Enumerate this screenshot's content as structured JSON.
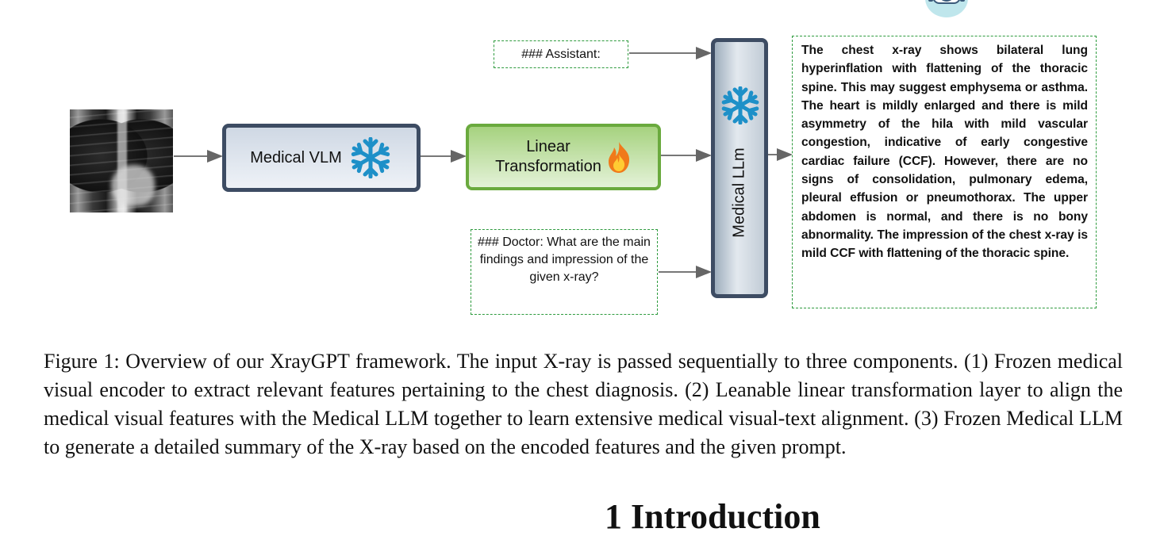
{
  "diagram": {
    "medical_vlm_label": "Medical VLM",
    "linear_transformation_label": "Linear\nTransformation",
    "medical_llm_label": "Medical LLm",
    "assistant_prompt": "### Assistant:",
    "doctor_prompt": "### Doctor: What are the main findings and impression of the given x-ray?",
    "response_text": "The chest x-ray shows bilateral lung hyperinflation with flattening of the thoracic spine. This may suggest emphysema or asthma. The heart is mildly enlarged and there is mild asymmetry of the hila with mild vascular congestion, indicative of early congestive cardiac failure (CCF). However, there are no signs of consolidation, pulmonary edema, pleural effusion or pneumothorax. The upper abdomen is normal, and there is no bony abnormality. The impression of the chest x-ray is mild CCF with flattening of the thoracic spine.",
    "icons": {
      "frozen": "snowflake-icon",
      "trainable": "fire-icon",
      "assistant": "robot-icon"
    },
    "colors": {
      "box_border": "#3d4c63",
      "green_border": "#6aaa3e",
      "dashed_border": "#2e9b3e",
      "snowflake": "#1e90c8",
      "fire": "#f07a1a"
    }
  },
  "caption": "Figure 1: Overview of our XrayGPT framework. The input X-ray is passed sequentially to three components. (1) Frozen medical visual encoder to extract relevant features pertaining to the chest diagnosis. (2) Leanable linear transformation layer to align the medical visual features with the Medical LLM together to learn extensive medical visual-text alignment. (3) Frozen Medical LLM to generate a detailed summary of the X-ray based on the encoded features and the given prompt.",
  "next_heading": "1 Introduction"
}
